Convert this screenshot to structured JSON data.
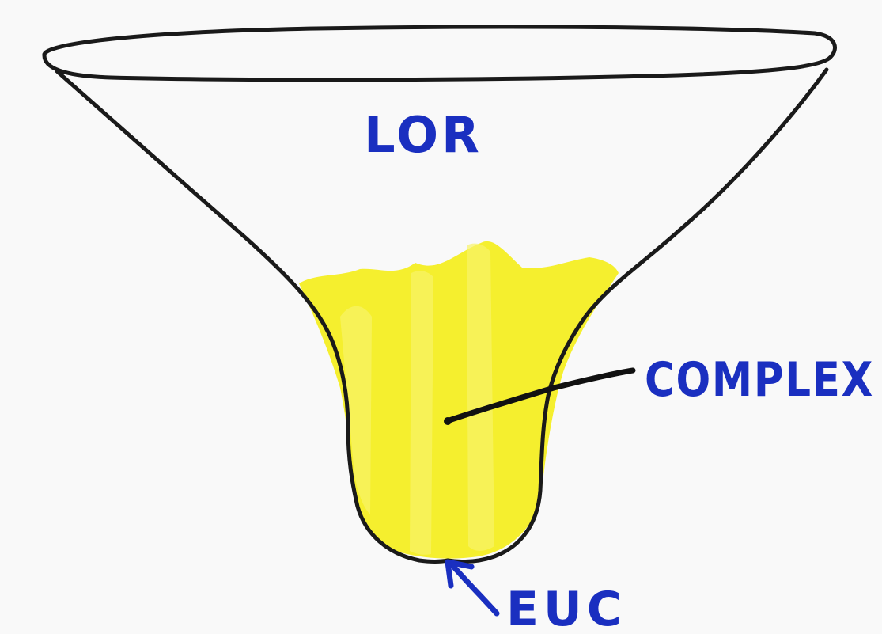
{
  "diagram": {
    "labels": {
      "top": "LOR",
      "middle": "COMPLEX",
      "bottom": "EUC"
    },
    "colors": {
      "background": "#f9f9f9",
      "outline": "#1a1a1a",
      "label": "#1a2fc0",
      "fill": "#f5ef2e",
      "fill_light": "#f8f46a",
      "pointer": "#111111"
    }
  }
}
